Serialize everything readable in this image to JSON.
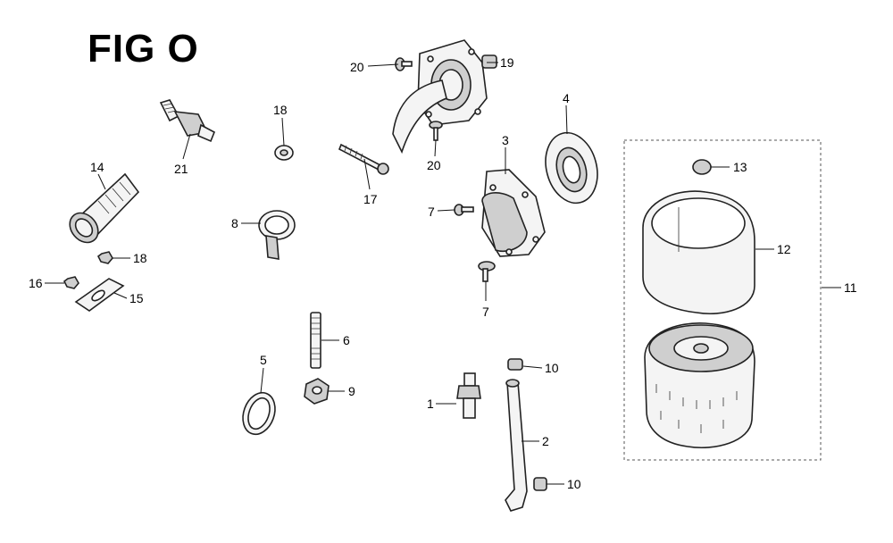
{
  "figure": {
    "title": "FIG O"
  },
  "callouts": [
    {
      "id": "c20a",
      "text": "20"
    },
    {
      "id": "c19",
      "text": "19"
    },
    {
      "id": "c18a",
      "text": "18"
    },
    {
      "id": "c21",
      "text": "21"
    },
    {
      "id": "c17",
      "text": "17"
    },
    {
      "id": "c20b",
      "text": "20"
    },
    {
      "id": "c3",
      "text": "3"
    },
    {
      "id": "c4",
      "text": "4"
    },
    {
      "id": "c14",
      "text": "14"
    },
    {
      "id": "c8",
      "text": "8"
    },
    {
      "id": "c7a",
      "text": "7"
    },
    {
      "id": "c7b",
      "text": "7"
    },
    {
      "id": "c18b",
      "text": "18"
    },
    {
      "id": "c16",
      "text": "16"
    },
    {
      "id": "c15",
      "text": "15"
    },
    {
      "id": "c6",
      "text": "6"
    },
    {
      "id": "c5",
      "text": "5"
    },
    {
      "id": "c9",
      "text": "9"
    },
    {
      "id": "c1",
      "text": "1"
    },
    {
      "id": "c10a",
      "text": "10"
    },
    {
      "id": "c2",
      "text": "2"
    },
    {
      "id": "c10b",
      "text": "10"
    },
    {
      "id": "c13",
      "text": "13"
    },
    {
      "id": "c12",
      "text": "12"
    },
    {
      "id": "c11",
      "text": "11"
    }
  ]
}
